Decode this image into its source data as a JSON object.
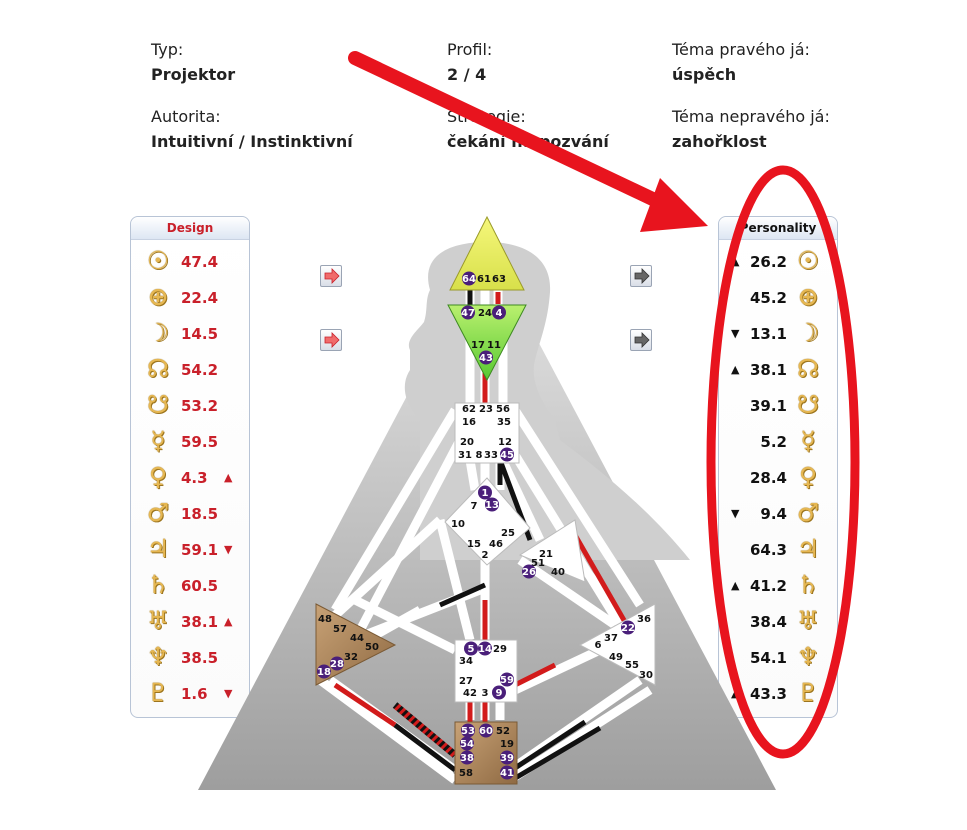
{
  "header": {
    "typ": {
      "label": "Typ:",
      "value": "Projektor"
    },
    "profil": {
      "label": "Profil:",
      "value": "2 / 4"
    },
    "tema_prave": {
      "label": "Téma pravého já:",
      "value": "úspěch"
    },
    "autorita": {
      "label": "Autorita:",
      "value": "Intuitivní / Instinktivní"
    },
    "strategie": {
      "label": "Strategie:",
      "value": "čekání na pozvání"
    },
    "tema_neprave": {
      "label": "Téma nepravého já:",
      "value": "zahořklost"
    }
  },
  "design": {
    "title": "Design",
    "rows": [
      {
        "symbol": "sun-icon",
        "glyph": "☉",
        "value": "47.4",
        "arrow": ""
      },
      {
        "symbol": "earth-icon",
        "glyph": "⊕",
        "value": "22.4",
        "arrow": ""
      },
      {
        "symbol": "moon-icon",
        "glyph": "☽",
        "value": "14.5",
        "arrow": ""
      },
      {
        "symbol": "north-node-icon",
        "glyph": "☊",
        "value": "54.2",
        "arrow": ""
      },
      {
        "symbol": "south-node-icon",
        "glyph": "☋",
        "value": "53.2",
        "arrow": ""
      },
      {
        "symbol": "mercury-icon",
        "glyph": "☿",
        "value": "59.5",
        "arrow": ""
      },
      {
        "symbol": "venus-icon",
        "glyph": "♀",
        "value": "4.3",
        "arrow": "▲"
      },
      {
        "symbol": "mars-icon",
        "glyph": "♂",
        "value": "18.5",
        "arrow": ""
      },
      {
        "symbol": "jupiter-icon",
        "glyph": "♃",
        "value": "59.1",
        "arrow": "▼"
      },
      {
        "symbol": "saturn-icon",
        "glyph": "♄",
        "value": "60.5",
        "arrow": ""
      },
      {
        "symbol": "uranus-icon",
        "glyph": "♅",
        "value": "38.1",
        "arrow": "▲"
      },
      {
        "symbol": "neptune-icon",
        "glyph": "♆",
        "value": "38.5",
        "arrow": ""
      },
      {
        "symbol": "pluto-icon",
        "glyph": "♇",
        "value": "1.6",
        "arrow": "▼"
      }
    ]
  },
  "personality": {
    "title": "Personality",
    "rows": [
      {
        "symbol": "sun-icon",
        "glyph": "☉",
        "value": "26.2",
        "arrow": "▲"
      },
      {
        "symbol": "earth-icon",
        "glyph": "⊕",
        "value": "45.2",
        "arrow": ""
      },
      {
        "symbol": "moon-icon",
        "glyph": "☽",
        "value": "13.1",
        "arrow": "▼"
      },
      {
        "symbol": "north-node-icon",
        "glyph": "☊",
        "value": "38.1",
        "arrow": "▲"
      },
      {
        "symbol": "south-node-icon",
        "glyph": "☋",
        "value": "39.1",
        "arrow": ""
      },
      {
        "symbol": "mercury-icon",
        "glyph": "☿",
        "value": "5.2",
        "arrow": ""
      },
      {
        "symbol": "venus-icon",
        "glyph": "♀",
        "value": "28.4",
        "arrow": ""
      },
      {
        "symbol": "mars-icon",
        "glyph": "♂",
        "value": "9.4",
        "arrow": "▼"
      },
      {
        "symbol": "jupiter-icon",
        "glyph": "♃",
        "value": "64.3",
        "arrow": ""
      },
      {
        "symbol": "saturn-icon",
        "glyph": "♄",
        "value": "41.2",
        "arrow": "▲"
      },
      {
        "symbol": "uranus-icon",
        "glyph": "♅",
        "value": "38.4",
        "arrow": ""
      },
      {
        "symbol": "neptune-icon",
        "glyph": "♆",
        "value": "54.1",
        "arrow": ""
      },
      {
        "symbol": "pluto-icon",
        "glyph": "♇",
        "value": "43.3",
        "arrow": "▲"
      }
    ]
  },
  "gates": {
    "g64": "64",
    "g61": "61",
    "g63": "63",
    "g47": "47",
    "g24": "24",
    "g4": "4",
    "g17": "17",
    "g11": "11",
    "g43": "43",
    "g62": "62",
    "g23": "23",
    "g56": "56",
    "g16": "16",
    "g35": "35",
    "g20": "20",
    "g12": "12",
    "g31": "31",
    "g8": "8",
    "g33": "33",
    "g45": "45",
    "g1": "1",
    "g7": "7",
    "g13": "13",
    "g10": "10",
    "g25": "25",
    "g15": "15",
    "g46": "46",
    "g2": "2",
    "g21": "21",
    "g51": "51",
    "g26": "26",
    "g40": "40",
    "g48": "48",
    "g57": "57",
    "g44": "44",
    "g50": "50",
    "g32": "32",
    "g28": "28",
    "g18": "18",
    "g36": "36",
    "g22": "22",
    "g37": "37",
    "g6": "6",
    "g49": "49",
    "g55": "55",
    "g30": "30",
    "g5": "5",
    "g14": "14",
    "g29": "29",
    "g34": "34",
    "g27": "27",
    "g59": "59",
    "g42": "42",
    "g3": "3",
    "g9": "9",
    "g53": "53",
    "g60": "60",
    "g52": "52",
    "g54": "54",
    "g19": "19",
    "g38": "38",
    "g39": "39",
    "g58": "58",
    "g41": "41"
  },
  "colors": {
    "design_red": "#c9202a",
    "planet_gold": "#e6b752",
    "head_center": "#f2f56a",
    "ajna_center": "#9ce05a",
    "motor_center": "#b89165",
    "gate_circle": "#4a1f7a",
    "annotation_red": "#e8141e"
  }
}
